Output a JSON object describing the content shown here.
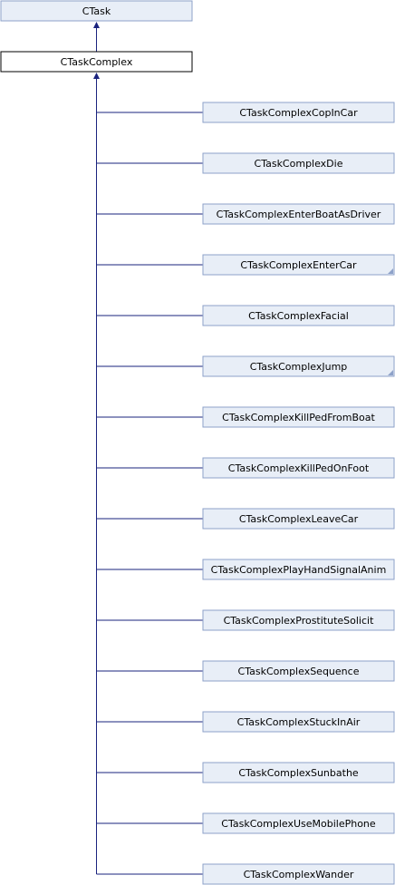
{
  "diagram": {
    "base": {
      "label": "CTask"
    },
    "current": {
      "label": "CTaskComplex"
    },
    "children": [
      {
        "label": "CTaskComplexCopInCar",
        "has_more": false
      },
      {
        "label": "CTaskComplexDie",
        "has_more": false
      },
      {
        "label": "CTaskComplexEnterBoatAsDriver",
        "has_more": false
      },
      {
        "label": "CTaskComplexEnterCar",
        "has_more": true
      },
      {
        "label": "CTaskComplexFacial",
        "has_more": false
      },
      {
        "label": "CTaskComplexJump",
        "has_more": true
      },
      {
        "label": "CTaskComplexKillPedFromBoat",
        "has_more": false
      },
      {
        "label": "CTaskComplexKillPedOnFoot",
        "has_more": false
      },
      {
        "label": "CTaskComplexLeaveCar",
        "has_more": false
      },
      {
        "label": "CTaskComplexPlayHandSignalAnim",
        "has_more": false
      },
      {
        "label": "CTaskComplexProstituteSolicit",
        "has_more": false
      },
      {
        "label": "CTaskComplexSequence",
        "has_more": false
      },
      {
        "label": "CTaskComplexStuckInAir",
        "has_more": false
      },
      {
        "label": "CTaskComplexSunbathe",
        "has_more": false
      },
      {
        "label": "CTaskComplexUseMobilePhone",
        "has_more": false
      },
      {
        "label": "CTaskComplexWander",
        "has_more": false
      }
    ]
  }
}
